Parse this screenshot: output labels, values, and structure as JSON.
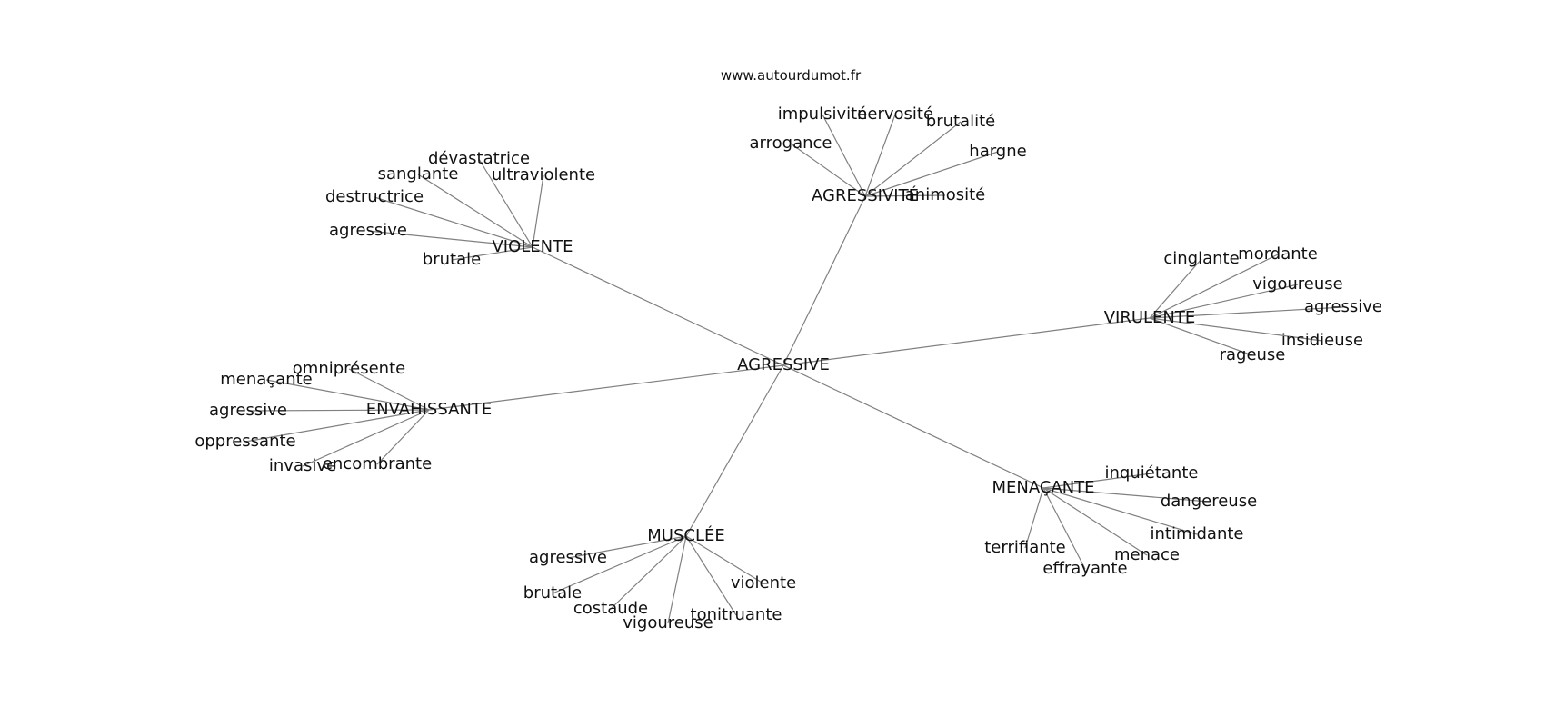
{
  "source": "www.autourdumot.fr",
  "graph": {
    "root": "AGRESSIVE",
    "clusters": [
      {
        "id": "violente",
        "label": "VIOLENTE",
        "leaves": [
          "dévastatrice",
          "sanglante",
          "ultraviolente",
          "destructrice",
          "agressive",
          "brutale"
        ]
      },
      {
        "id": "agressivite",
        "label": "AGRESSIVITÉ",
        "leaves": [
          "impulsivité",
          "nervosité",
          "brutalité",
          "arrogance",
          "hargne",
          "animosité"
        ]
      },
      {
        "id": "virulente",
        "label": "VIRULENTE",
        "leaves": [
          "cinglante",
          "mordante",
          "vigoureuse",
          "agressive",
          "insidieuse",
          "rageuse"
        ]
      },
      {
        "id": "envahissante",
        "label": "ENVAHISSANTE",
        "leaves": [
          "omniprésente",
          "menaçante",
          "agressive",
          "oppressante",
          "invasive",
          "encombrante"
        ]
      },
      {
        "id": "menacante",
        "label": "MENAÇANTE",
        "leaves": [
          "inquiétante",
          "dangereuse",
          "intimidante",
          "terrifiante",
          "menace",
          "effrayante"
        ]
      },
      {
        "id": "musclee",
        "label": "MUSCLÉE",
        "leaves": [
          "agressive",
          "brutale",
          "costaude",
          "vigoureuse",
          "violente",
          "tonitruante"
        ]
      }
    ]
  }
}
